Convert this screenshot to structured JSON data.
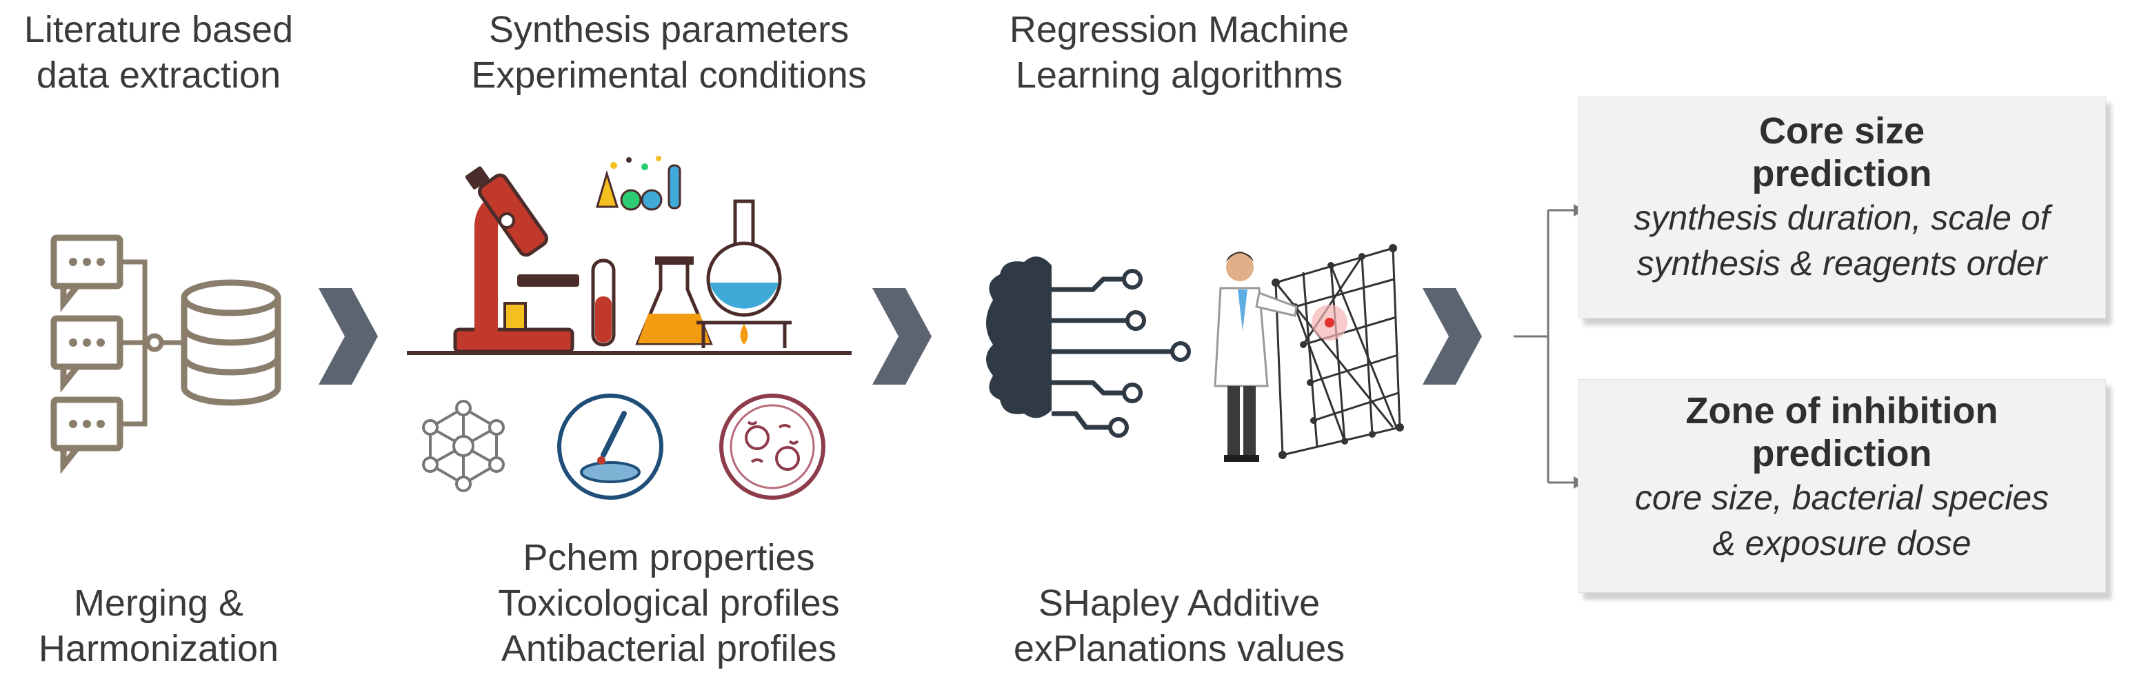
{
  "stage1": {
    "top_lines": [
      "Literature based",
      "data extraction"
    ],
    "bottom_lines": [
      "Merging &",
      "Harmonization"
    ],
    "icons": [
      "document-icon",
      "document-icon",
      "document-icon",
      "database-icon"
    ]
  },
  "stage2": {
    "top_lines": [
      "Synthesis parameters",
      "Experimental conditions"
    ],
    "bottom_lines": [
      "Pchem properties",
      "Toxicological profiles",
      "Antibacterial profiles"
    ],
    "icons": [
      "microscope-icon",
      "test-tube-icon",
      "flask-icon",
      "round-flask-icon",
      "molecule-icon",
      "petri-dish-icon",
      "bacteria-culture-icon"
    ]
  },
  "stage3": {
    "top_lines": [
      "Regression Machine",
      "Learning algorithms"
    ],
    "bottom_lines": [
      "SHapley Additive",
      "exPlanations values"
    ],
    "icons": [
      "ai-brain-icon",
      "scientist-icon",
      "neural-network-icon"
    ]
  },
  "outputs": [
    {
      "title_lines": [
        "Core size",
        "prediction"
      ],
      "subtitle_lines": [
        "synthesis duration, scale of",
        "synthesis & reagents order"
      ]
    },
    {
      "title_lines": [
        "Zone of inhibition",
        "prediction"
      ],
      "subtitle_lines": [
        "core size, bacterial species",
        "& exposure dose"
      ]
    }
  ],
  "colors": {
    "chevron": "#5b6470",
    "document": "#8a7d6c",
    "microscope_red": "#c0392b",
    "flask_orange": "#f39c12",
    "flask_blue": "#3fa9d8",
    "brain": "#2f3a45",
    "card_bg": "#f2f2f2"
  }
}
